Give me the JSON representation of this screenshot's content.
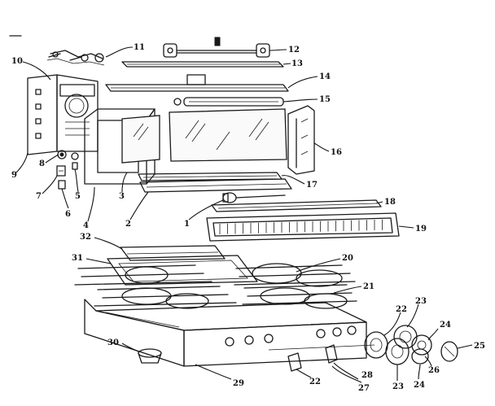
{
  "diagram": {
    "callouts": [
      {
        "id": "c11",
        "label": "11"
      },
      {
        "id": "c12",
        "label": "12"
      },
      {
        "id": "c13",
        "label": "13"
      },
      {
        "id": "c10",
        "label": "10"
      },
      {
        "id": "c14",
        "label": "14"
      },
      {
        "id": "c15",
        "label": "15"
      },
      {
        "id": "c16",
        "label": "16"
      },
      {
        "id": "c17",
        "label": "17"
      },
      {
        "id": "c9",
        "label": "9"
      },
      {
        "id": "c8",
        "label": "8"
      },
      {
        "id": "c7",
        "label": "7"
      },
      {
        "id": "c6",
        "label": "6"
      },
      {
        "id": "c5",
        "label": "5"
      },
      {
        "id": "c3",
        "label": "3"
      },
      {
        "id": "c4",
        "label": "4"
      },
      {
        "id": "c2",
        "label": "2"
      },
      {
        "id": "c1",
        "label": "1"
      },
      {
        "id": "c18",
        "label": "18"
      },
      {
        "id": "c19",
        "label": "19"
      },
      {
        "id": "c32",
        "label": "32"
      },
      {
        "id": "c31",
        "label": "31"
      },
      {
        "id": "c20",
        "label": "20"
      },
      {
        "id": "c21",
        "label": "21"
      },
      {
        "id": "c22a",
        "label": "22"
      },
      {
        "id": "c23a",
        "label": "23"
      },
      {
        "id": "c24a",
        "label": "24"
      },
      {
        "id": "c25",
        "label": "25"
      },
      {
        "id": "c26",
        "label": "26"
      },
      {
        "id": "c30",
        "label": "30"
      },
      {
        "id": "c29",
        "label": "29"
      },
      {
        "id": "c22b",
        "label": "22"
      },
      {
        "id": "c28",
        "label": "28"
      },
      {
        "id": "c27",
        "label": "27"
      },
      {
        "id": "c23b",
        "label": "23"
      },
      {
        "id": "c24b",
        "label": "24"
      }
    ]
  }
}
